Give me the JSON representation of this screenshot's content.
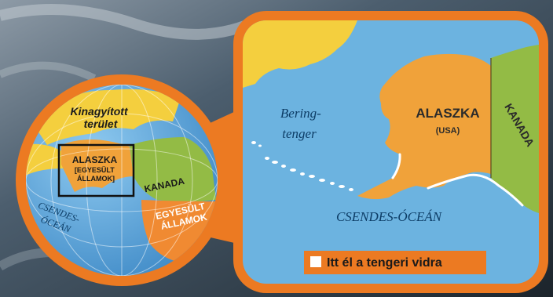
{
  "globe": {
    "zoom_caption_line1": "Kinagyított",
    "zoom_caption_line2": "terület",
    "alaska_line1": "ALASZKA",
    "alaska_line2": "[EGYESÜLT",
    "alaska_line3": "ÁLLAMOK]",
    "canada": "KANADA",
    "usa_line1": "EGYESÜLT",
    "usa_line2": "ÁLLAMOK",
    "ocean_line1": "CSENDES-",
    "ocean_line2": "ÓCEÁN"
  },
  "map": {
    "sea_line1": "Bering-",
    "sea_line2": "tenger",
    "alaska": "ALASZKA",
    "alaska_sub": "(USA)",
    "canada": "KANADA",
    "ocean": "CSENDES-ÓCEÁN",
    "legend_label": "Itt él a tengeri vidra"
  },
  "colors": {
    "frame_orange": "#ec7a22",
    "ocean": "#6cb3e0",
    "land_yellow": "#f4cf3e",
    "alaska_orange": "#f0a23a",
    "canada_green": "#93bb45",
    "usa_orange": "#f08a32"
  }
}
